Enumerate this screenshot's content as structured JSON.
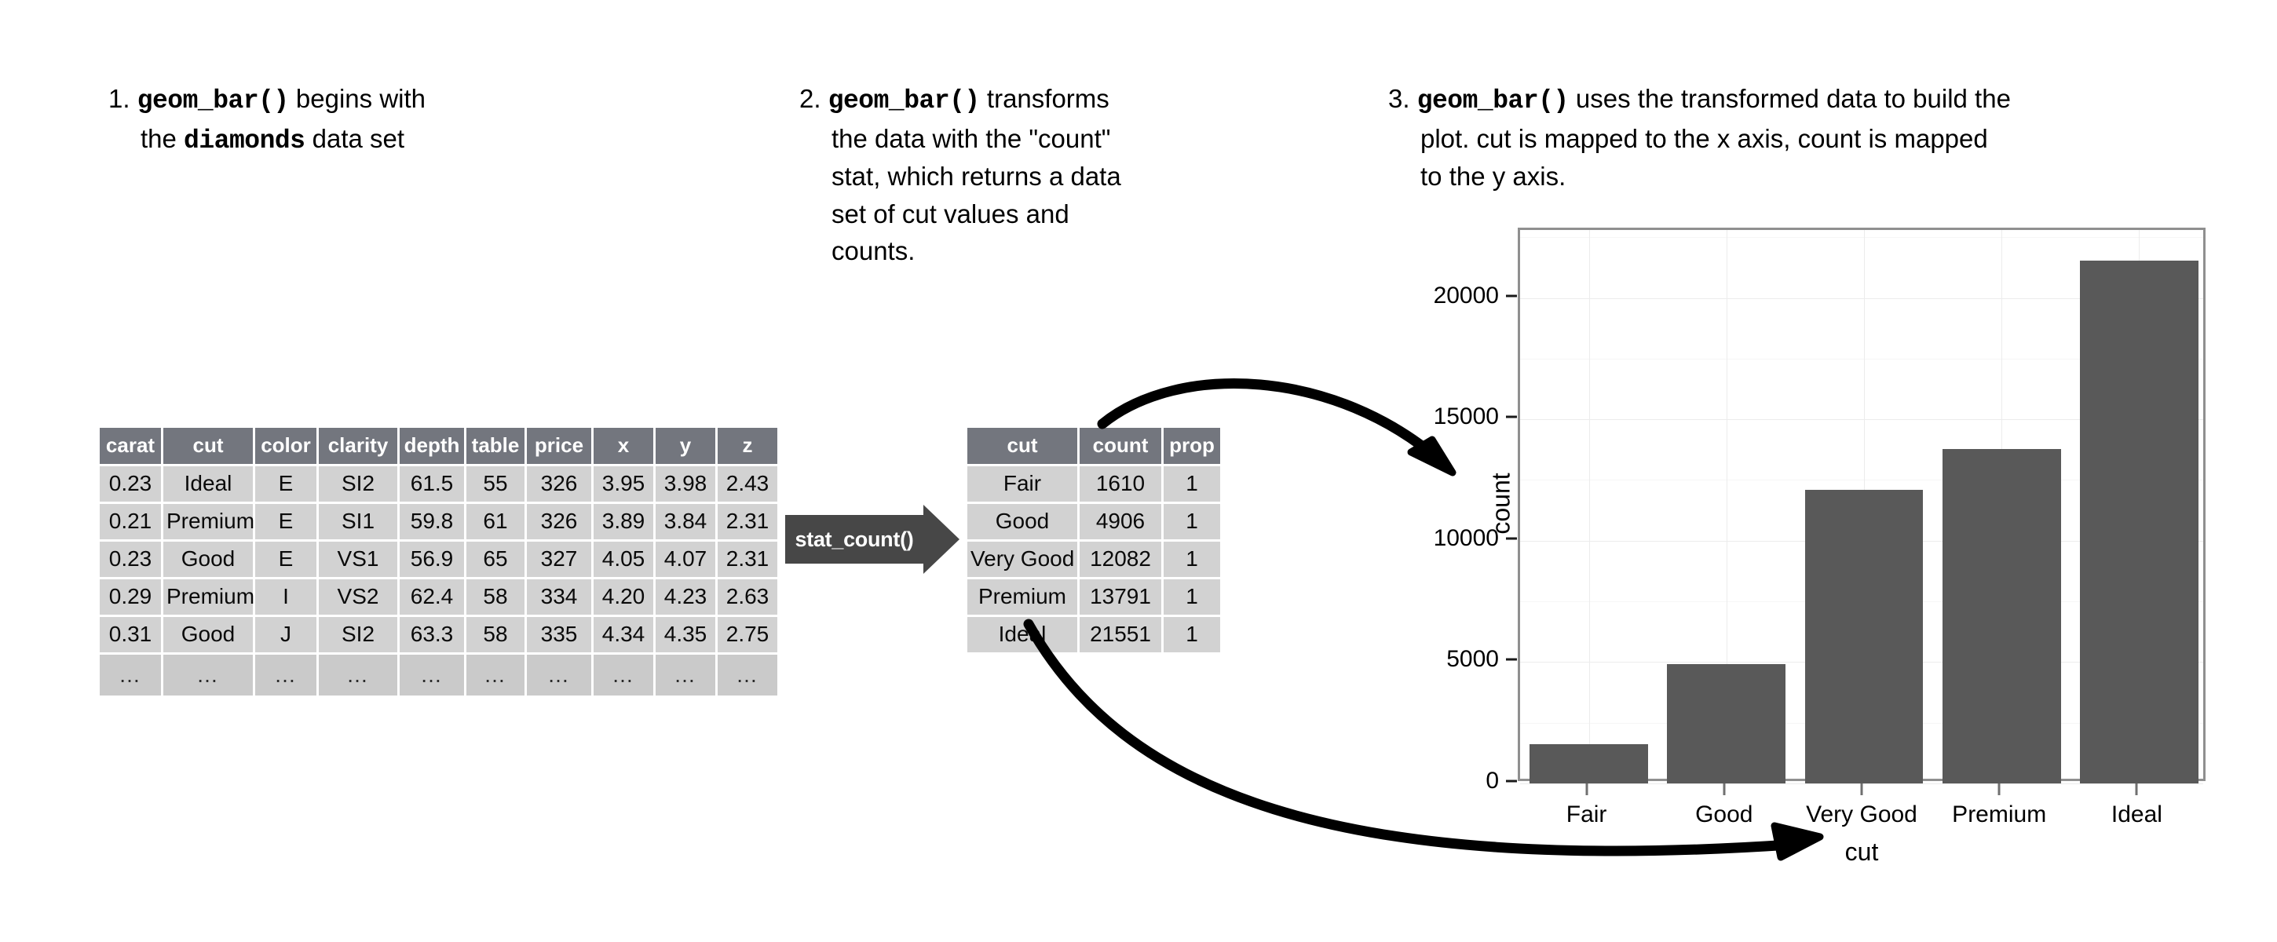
{
  "steps": [
    {
      "number": "1.",
      "line1_pre": "",
      "code1": "geom_bar()",
      "line1_post": " begins with",
      "line2_pre": "the ",
      "code2": "diamonds",
      "line2_post": " data set"
    },
    {
      "number": "2.",
      "code1": "geom_bar()",
      "line1_post": " transforms",
      "line2": "the data with the \"count\"",
      "line3": "stat, which returns a data",
      "line4": "set of cut values and",
      "line5": "counts."
    },
    {
      "number": "3.",
      "code1": "geom_bar()",
      "line1_post": " uses the transformed data to build the",
      "line2": "plot. cut is mapped to the x axis, count is mapped",
      "line3": "to the y axis."
    }
  ],
  "diamonds_table": {
    "name": "diamonds",
    "columns": [
      "carat",
      "cut",
      "color",
      "clarity",
      "depth",
      "table",
      "price",
      "x",
      "y",
      "z"
    ],
    "rows": [
      [
        "0.23",
        "Ideal",
        "E",
        "SI2",
        "61.5",
        "55",
        "326",
        "3.95",
        "3.98",
        "2.43"
      ],
      [
        "0.21",
        "Premium",
        "E",
        "SI1",
        "59.8",
        "61",
        "326",
        "3.89",
        "3.84",
        "2.31"
      ],
      [
        "0.23",
        "Good",
        "E",
        "VS1",
        "56.9",
        "65",
        "327",
        "4.05",
        "4.07",
        "2.31"
      ],
      [
        "0.29",
        "Premium",
        "I",
        "VS2",
        "62.4",
        "58",
        "334",
        "4.20",
        "4.23",
        "2.63"
      ],
      [
        "0.31",
        "Good",
        "J",
        "SI2",
        "63.3",
        "58",
        "335",
        "4.34",
        "4.35",
        "2.75"
      ]
    ],
    "ellipsis_row": [
      "…",
      "…",
      "…",
      "…",
      "…",
      "…",
      "…",
      "…",
      "…",
      "…"
    ]
  },
  "counts_table": {
    "columns": [
      "cut",
      "count",
      "prop"
    ],
    "rows": [
      [
        "Fair",
        "1610",
        "1"
      ],
      [
        "Good",
        "4906",
        "1"
      ],
      [
        "Very Good",
        "12082",
        "1"
      ],
      [
        "Premium",
        "13791",
        "1"
      ],
      [
        "Ideal",
        "21551",
        "1"
      ]
    ]
  },
  "transform": {
    "label": "stat_count()"
  },
  "chart_data": {
    "type": "bar",
    "title": "",
    "categories": [
      "Fair",
      "Good",
      "Very Good",
      "Premium",
      "Ideal"
    ],
    "values": [
      1610,
      4906,
      12082,
      13791,
      21551
    ],
    "xlabel": "cut",
    "ylabel": "count",
    "ylim": [
      0,
      22800
    ],
    "yticks": [
      0,
      5000,
      10000,
      15000,
      20000
    ],
    "yticklabels": [
      "0",
      "5000",
      "10000",
      "15000",
      "20000"
    ],
    "yminorticks": [
      2500,
      7500,
      12500,
      17500,
      22500
    ],
    "grid": true,
    "legend": "none",
    "bar_color": "#595959",
    "panel_background": "#ffffff",
    "panel_border": "#8f8f8f",
    "gridline_color": "#ececec"
  },
  "colors": {
    "table_header_bg": "#73767e",
    "table_cell_bg": "#d2d2d2",
    "arrow_block": "#474747",
    "bar": "#595959"
  }
}
